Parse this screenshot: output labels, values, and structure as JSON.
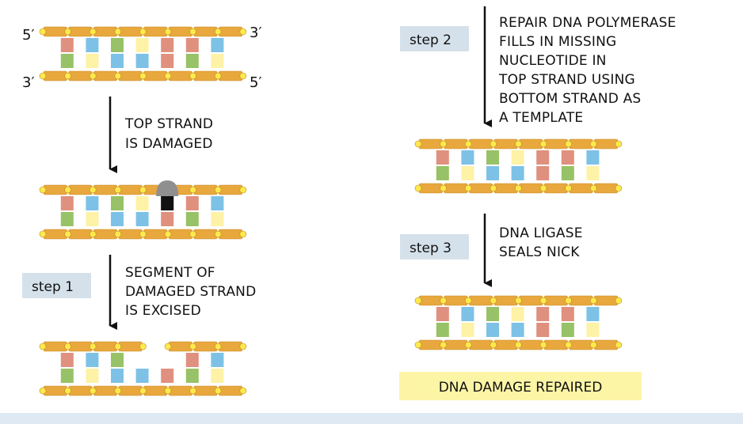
{
  "end_labels": {
    "five_prime": "5′",
    "three_prime": "3′"
  },
  "captions": {
    "top_damaged": [
      "TOP STRAND",
      "IS DAMAGED"
    ],
    "excised": [
      "SEGMENT OF",
      "DAMAGED STRAND",
      "IS EXCISED"
    ],
    "polymerase": [
      "REPAIR DNA POLYMERASE",
      "FILLS IN MISSING",
      "NUCLEOTIDE IN",
      "TOP STRAND USING",
      "BOTTOM STRAND AS",
      "A TEMPLATE"
    ],
    "ligase": [
      "DNA LIGASE",
      "SEALS NICK"
    ]
  },
  "steps": {
    "step1": "step 1",
    "step2": "step 2",
    "step3": "step 3"
  },
  "result_label": "DNA DAMAGE REPAIRED",
  "colors": {
    "backbone": "#e8a83e",
    "backbone_edge": "#c98a22",
    "phosphate": "#ffe94d",
    "base_red": "#e0907e",
    "base_blue": "#7ec1e6",
    "base_green": "#97c267",
    "base_yellow": "#fdf2a6",
    "damage_cap": "#8f8f8f",
    "damage_body": "#111111",
    "step_box": "#d5e1ea",
    "result_box": "#fdf5a6",
    "arrow": "#111111"
  },
  "icons": {
    "damage": "thymine-dimer-lesion-icon"
  }
}
